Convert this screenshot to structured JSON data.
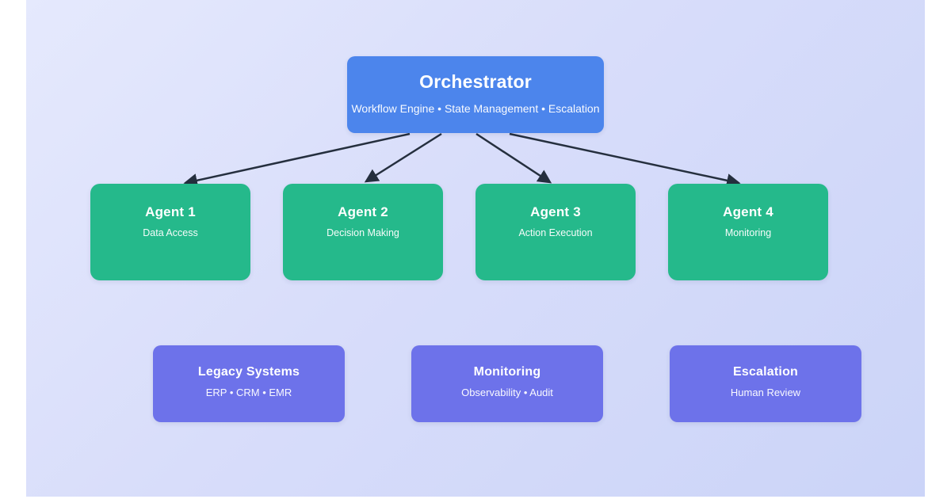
{
  "diagram": {
    "orchestrator": {
      "title": "Orchestrator",
      "subtitle": "Workflow Engine • State Management • Escalation"
    },
    "agents": [
      {
        "title": "Agent 1",
        "subtitle": "Data Access"
      },
      {
        "title": "Agent 2",
        "subtitle": "Decision Making"
      },
      {
        "title": "Agent 3",
        "subtitle": "Action Execution"
      },
      {
        "title": "Agent 4",
        "subtitle": "Monitoring"
      }
    ],
    "systems": [
      {
        "title": "Legacy Systems",
        "subtitle": "ERP • CRM • EMR"
      },
      {
        "title": "Monitoring",
        "subtitle": "Observability • Audit"
      },
      {
        "title": "Escalation",
        "subtitle": "Human Review"
      }
    ],
    "colors": {
      "orchestrator_fill": "#4c85ec",
      "agent_fill": "#25b98b",
      "system_fill": "#6d72ea",
      "arrow": "#252f3e",
      "background_start": "#e5e9fd",
      "background_end": "#cbd4f8",
      "page_margin": "#ffffff",
      "text": "#ffffff"
    }
  }
}
